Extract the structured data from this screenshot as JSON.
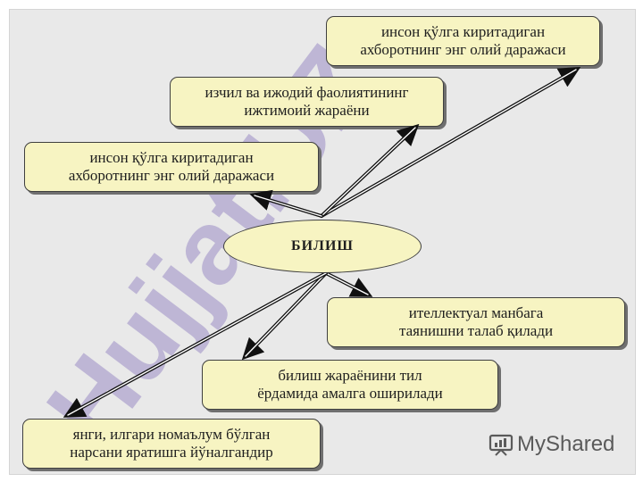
{
  "watermark": "Hujjat.UZ",
  "center": {
    "label": "БИЛИШ"
  },
  "nodes": [
    {
      "line1": "инсон қўлга киритадиган",
      "line2": "ахборотнинг энг олий даражаси"
    },
    {
      "line1": "изчил ва ижодий фаолиятининг",
      "line2": "ижтимоий жараёни"
    },
    {
      "line1": "инсон қўлга киритадиган",
      "line2": "ахборотнинг энг олий даражаси"
    },
    {
      "line1": "ителлектуал манбага",
      "line2": "таянишни талаб қилади"
    },
    {
      "line1": "билиш жараёнини тил",
      "line2": "ёрдамида амалга оширилади"
    },
    {
      "line1": "янги, илгари номаълум бўлган",
      "line2": "нарсани яратишга йўналгандир"
    }
  ],
  "logo": {
    "text": "MyShared"
  },
  "colors": {
    "box_fill": "#f7f4c2",
    "watermark": "#9b8cc4",
    "background": "#e9e9e9"
  }
}
